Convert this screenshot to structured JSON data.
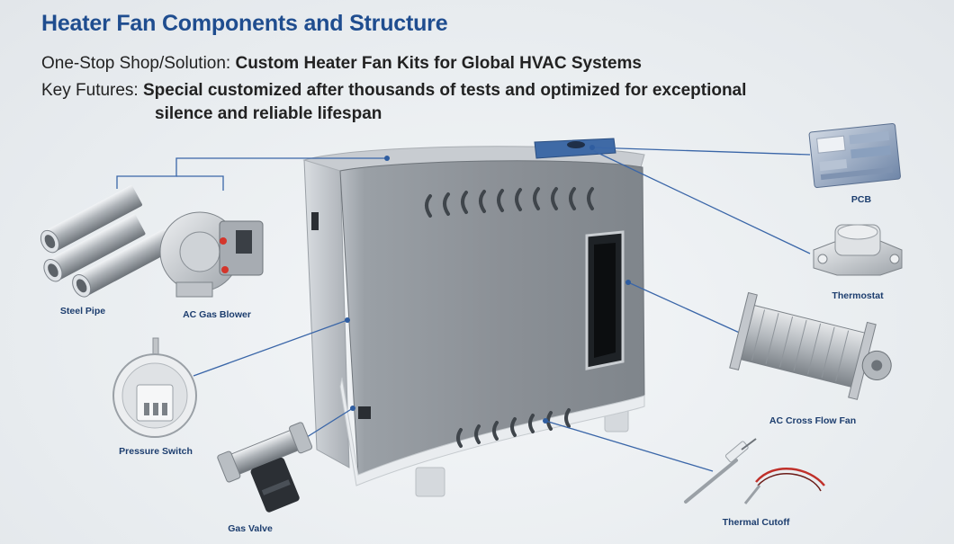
{
  "header": {
    "title": "Heater Fan Components and Structure",
    "line1_label": "One-Stop Shop/Solution:",
    "line1_value": "Custom Heater Fan Kits for Global HVAC Systems",
    "line2_label": "Key Futures:",
    "line2_value_a": "Special customized after thousands of tests and optimized for exceptional",
    "line2_value_b": "silence and reliable lifespan"
  },
  "components": {
    "steel_pipe": "Steel Pipe",
    "ac_gas_blower": "AC Gas Blower",
    "pressure_switch": "Pressure Switch",
    "gas_valve": "Gas Valve",
    "pcb": "PCB",
    "thermostat": "Thermostat",
    "ac_cross_flow_fan": "AC Cross Flow Fan",
    "thermal_cutoff": "Thermal Cutoff"
  },
  "colors": {
    "title": "#1f4d8f",
    "label": "#1c3d6e",
    "leader_line": "#3a66a8",
    "heater_body": "#8a8f95"
  }
}
